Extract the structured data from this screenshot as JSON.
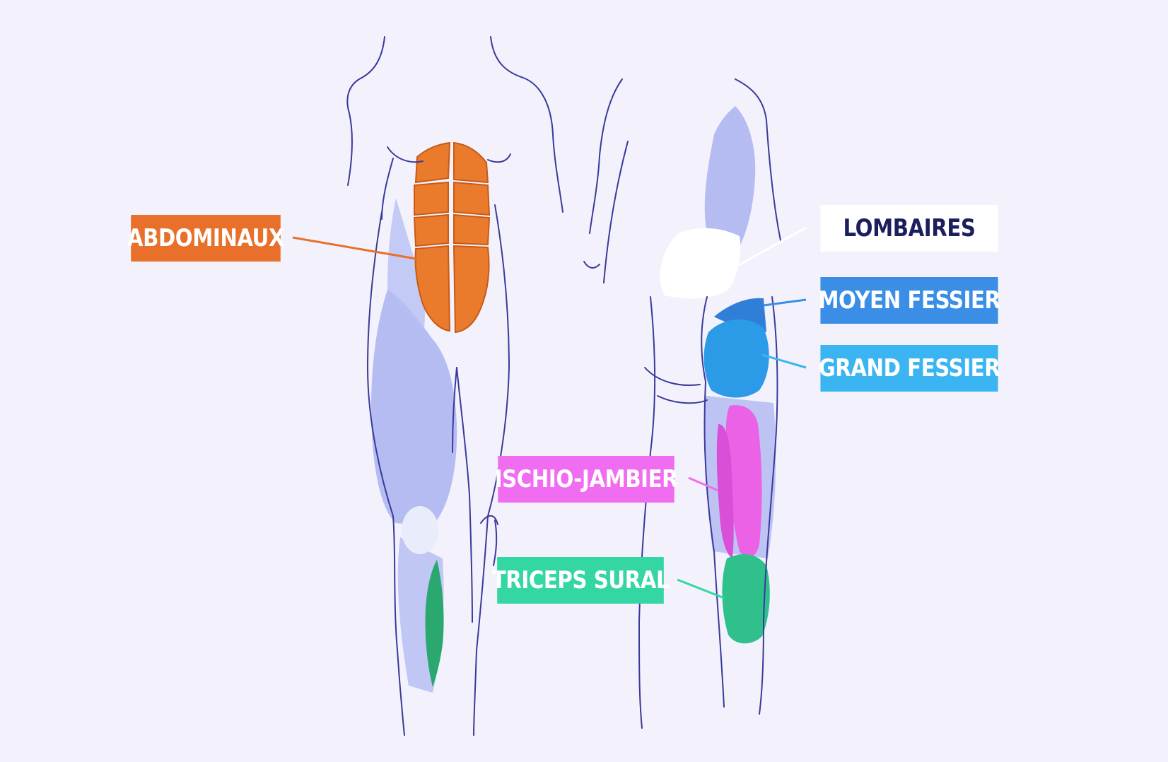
{
  "diagram": {
    "background": "#f3f2fc",
    "outline_color": "#3a3a9c",
    "body_fill": "#a9b3f0",
    "labels": [
      {
        "id": "abdominaux",
        "text": "ABDOMINAUX",
        "bg": "#e8702a",
        "fg": "#ffffff"
      },
      {
        "id": "lombaires",
        "text": "LOMBAIRES",
        "bg": "#ffffff",
        "fg": "#1c1f5e"
      },
      {
        "id": "moyen-fessier",
        "text": "MOYEN FESSIER",
        "bg": "#3a8ee6",
        "fg": "#ffffff"
      },
      {
        "id": "grand-fessier",
        "text": "GRAND FESSIER",
        "bg": "#3bb4f2",
        "fg": "#ffffff"
      },
      {
        "id": "ischio-jambier",
        "text": "ISCHIO-JAMBIER",
        "bg": "#f06cf0",
        "fg": "#ffffff"
      },
      {
        "id": "triceps-sural",
        "text": "TRICEPS SURAL",
        "bg": "#34d6a4",
        "fg": "#ffffff"
      }
    ]
  }
}
